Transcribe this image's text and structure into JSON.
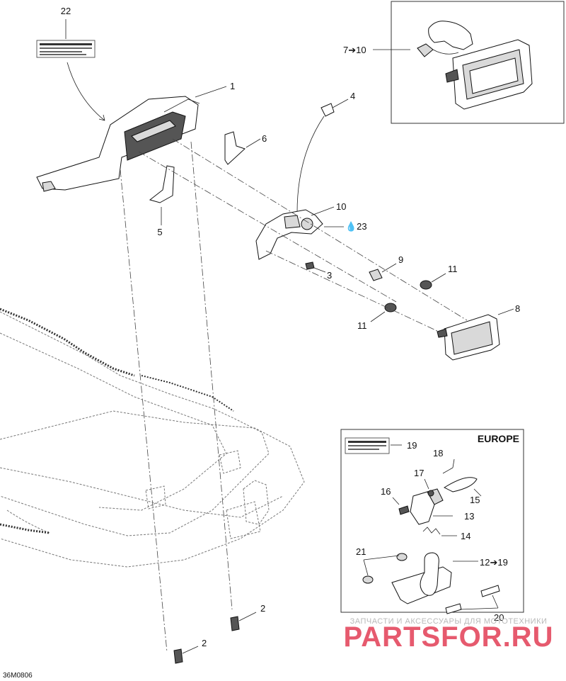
{
  "diagram_code": "36M0806",
  "inset_europe": {
    "title": "EUROPE"
  },
  "callouts": {
    "c1": "1",
    "c2a": "2",
    "c2b": "2",
    "c3": "3",
    "c4": "4",
    "c5": "5",
    "c6": "6",
    "c7to10": "7➔10",
    "c8": "8",
    "c9": "9",
    "c10": "10",
    "c11a": "11",
    "c11b": "11",
    "c12to19": "12➔19",
    "c13": "13",
    "c14": "14",
    "c15": "15",
    "c16": "16",
    "c17": "17",
    "c18": "18",
    "c19": "19",
    "c20": "20",
    "c21": "21",
    "c22": "22",
    "c23": "💧23"
  },
  "watermark": {
    "line1": "ЗАПЧАСТИ И АКСЕССУАРЫ ДЛЯ МОТОТЕХНИКИ",
    "line2": "PARTSFOR.RU",
    "color": "#e65a6e"
  }
}
